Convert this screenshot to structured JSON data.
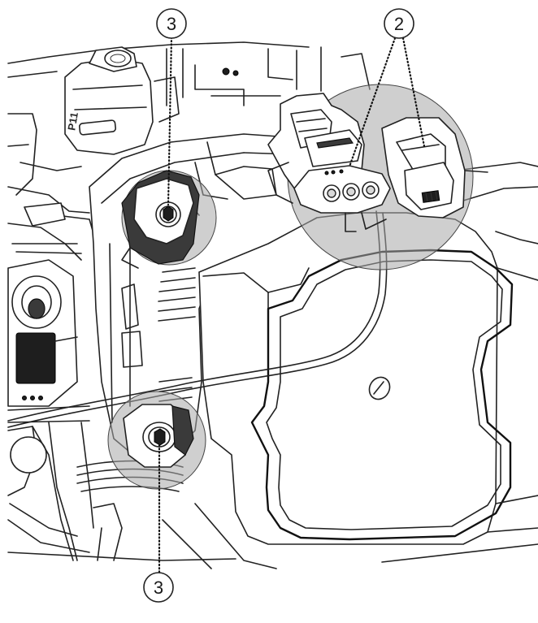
{
  "callouts": {
    "connectors": {
      "label": "2"
    },
    "screw_upper": {
      "label": "3"
    },
    "screw_lower": {
      "label": "3"
    }
  },
  "stamps": {
    "valve_label": "P11"
  },
  "colors": {
    "line": "#222222",
    "highlight": "#a8a8a8",
    "background": "#ffffff"
  }
}
